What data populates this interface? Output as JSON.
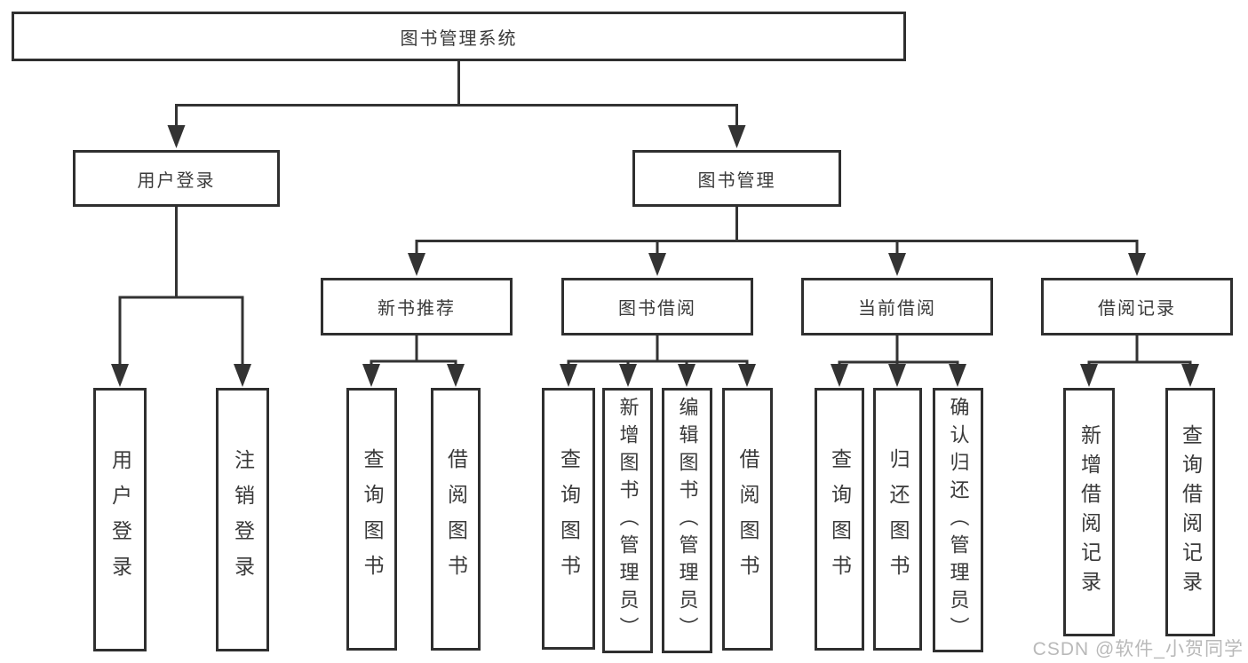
{
  "tree": {
    "root": "图书管理系统",
    "branches": [
      {
        "label": "用户登录",
        "children": [
          "用户登录",
          "注销登录"
        ]
      },
      {
        "label": "图书管理",
        "groups": [
          {
            "label": "新书推荐",
            "children": [
              "查询图书",
              "借阅图书"
            ]
          },
          {
            "label": "图书借阅",
            "children": [
              "查询图书",
              "新增图书（管理员）",
              "编辑图书（管理员）",
              "借阅图书"
            ]
          },
          {
            "label": "当前借阅",
            "children": [
              "查询图书",
              "归还图书",
              "确认归还（管理员）"
            ]
          },
          {
            "label": "借阅记录",
            "children": [
              "新增借阅记录",
              "查询借阅记录"
            ]
          }
        ]
      }
    ]
  },
  "watermark": {
    "text": "CSDN @软件_小贺同学"
  },
  "colors": {
    "line": "#333333",
    "box_border": "#2f2f2f",
    "text": "#3a3a3a",
    "watermark": "#b9b9b9",
    "background": "#ffffff"
  }
}
